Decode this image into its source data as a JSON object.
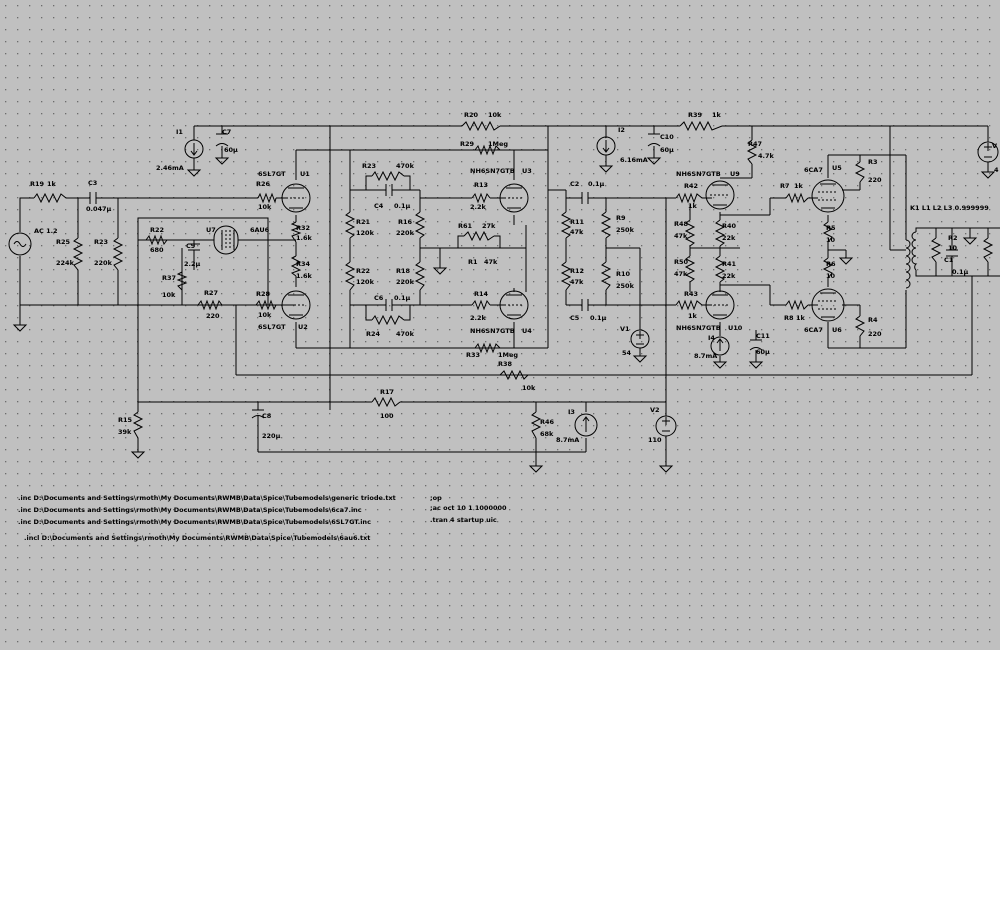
{
  "colors": {
    "background": "#c0c0c0",
    "grid_dot": "#6c6c6c",
    "wire": "#000000",
    "lower_area": "#ffffff"
  },
  "labels": {
    "R19": "R19",
    "R19v": "1k",
    "C3": "C3",
    "C3v": "0.047µ",
    "AC": "AC 1.2",
    "R25": "R25",
    "R25v": "224k",
    "R23": "R23",
    "R23v": "220k",
    "R22": "R22",
    "R22v": "680",
    "C9": "C9",
    "C9v": "2.2µ",
    "U7": "U7",
    "U7t": "6AU6",
    "R37": "R37",
    "R37v": "10k",
    "R27": "R27",
    "R27v": "220",
    "R26": "R26",
    "R26v": "10k",
    "R28": "R28",
    "R28v": "10k",
    "U1t": "6SL7GT",
    "U1": "U1",
    "U2": "U2",
    "U2t": "6SL7GT",
    "R32": "R32",
    "R32v": "1.6k",
    "R34": "R34",
    "R34v": "1.6k",
    "I1": "I1",
    "I1v": "2.46mA",
    "C7": "C7",
    "C7v": "60µ",
    "R20": "R20",
    "R20v": "10k",
    "R23b": "R23",
    "R23bv": "470k",
    "C4": "C4",
    "C4v": "0.1µ",
    "R21": "R21",
    "R21v": "120k",
    "R22b": "R22",
    "R22bv": "120k",
    "R16": "R16",
    "R16v": "220k",
    "R18": "R18",
    "R18v": "220k",
    "C6": "C6",
    "C6v": "0.1µ",
    "R24": "R24",
    "R24v": "470k",
    "R29": "R29",
    "R29v": "1Meg",
    "R33": "R33",
    "R33v": "1Meg",
    "U3t": "NH6SN7GTB",
    "U3": "U3",
    "U4t": "NH6SN7GTB",
    "U4": "U4",
    "R13": "R13",
    "R13v": "2.2k",
    "R61": "R61",
    "R61v": "27k",
    "R1": "R1",
    "R1v": "47k",
    "R14": "R14",
    "R14v": "2.2k",
    "C2": "C2",
    "C2v": "0.1µ",
    "C5": "C5",
    "C5v": "0.1µ",
    "R11": "R11",
    "R11v": "47k",
    "R12": "R12",
    "R12v": "47k",
    "R9": "R9",
    "R9v": "250k",
    "R10": "R10",
    "R10v": "250k",
    "V1": "V1",
    "V1v": "54",
    "I2": "I2",
    "I2v": "6.16mA",
    "C10": "C10",
    "C10v": "60µ",
    "R39": "R39",
    "R39v": "1k",
    "R47": "R47",
    "R47v": "4.7k",
    "U9t": "NH6SN7GTB",
    "U9": "U9",
    "R42": "R42",
    "R42v": "1k",
    "R48": "R48",
    "R48v": "47k",
    "R40": "R40",
    "R40v": "22k",
    "R50": "R50",
    "R50v": "47k",
    "R41": "R41",
    "R41v": "22k",
    "R43": "R43",
    "R43v": "1k",
    "U10t": "NH6SN7GTB",
    "U10": "U10",
    "I4": "I4",
    "I4v": "8.7mA",
    "C11": "C11",
    "C11v": "60µ",
    "U5t": "6CA7",
    "U5": "U5",
    "U6t": "6CA7",
    "U6": "U6",
    "R7": "R7",
    "R7v": "1k",
    "R3": "R3",
    "R3v": "220",
    "R5": "R5",
    "R5v": "10",
    "R6": "R6",
    "R6v": "10",
    "R8": "R8",
    "R8v": "1k",
    "R4": "R4",
    "R4v": "220",
    "K1": "K1 L1 L2 L3 0.999999",
    "R2": "R2",
    "R2v": "10",
    "C1": "C1",
    "C1v": "0.1µ",
    "V": "V",
    "Vv": "4",
    "R38": "R38",
    "R38v": "10k",
    "R17": "R17",
    "R17v": "100",
    "R15": "R15",
    "R15v": "39k",
    "C8": "C8",
    "C8v": "220µ",
    "R46": "R46",
    "R46v": "68k",
    "I3": "I3",
    "I3v": "8.7mA",
    "V2": "V2",
    "V2v": "110"
  },
  "directives": {
    "inc1": ".inc D:\\Documents and Settings\\rmoth\\My Documents\\RWMB\\Data\\Spice\\Tubemodels\\generic triode.txt",
    "inc2": ".inc D:\\Documents and Settings\\rmoth\\My Documents\\RWMB\\Data\\Spice\\Tubemodels\\6ca7.inc",
    "inc3": ".inc D:\\Documents and Settings\\rmoth\\My Documents\\RWMB\\Data\\Spice\\Tubemodels\\6SL7GT.inc",
    "inc4": ".incl D:\\Documents and Settings\\rmoth\\My Documents\\RWMB\\Data\\Spice\\Tubemodels\\6au6.txt",
    "op": ";op",
    "ac": ";ac oct 10 1 1000000",
    "tran": ".tran 4 startup uic"
  }
}
